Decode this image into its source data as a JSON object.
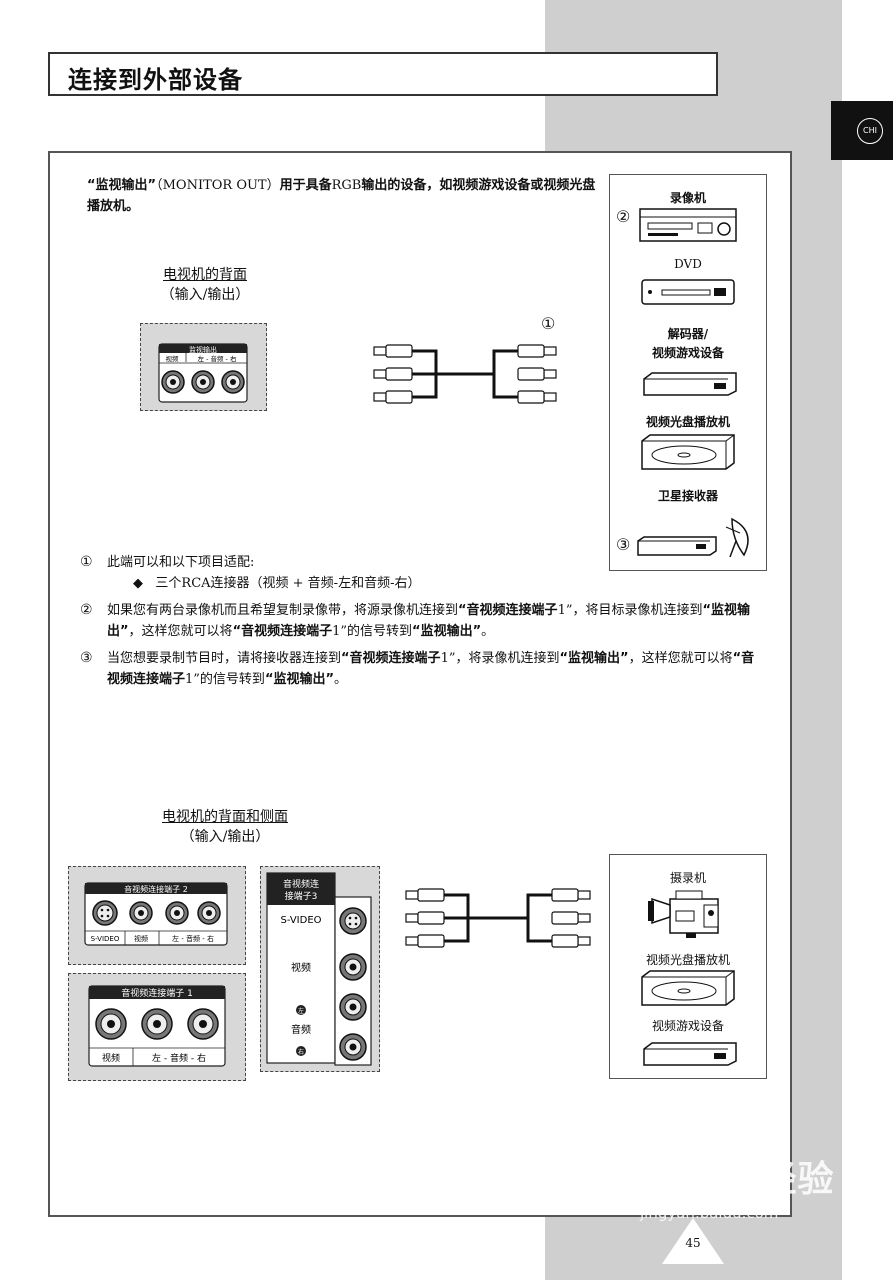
{
  "header": {
    "title": "连接到外部设备"
  },
  "lang_tab": "CHI",
  "intro": {
    "bold1": "“监视输出”",
    "plain1": "（MONITOR OUT）",
    "bold2": "用于具备",
    "plain2": "RGB",
    "bold3": "输出的设备，如视频游戏设备或视频光盘播放机。"
  },
  "top_section": {
    "caption_line1": "电视机的背面",
    "caption_line2": "（输入/输出）",
    "panel_title": "监视输出",
    "panel_labels": [
      "视频",
      "左 - 音频 - 右"
    ],
    "cable_marker": "①",
    "devices": [
      {
        "marker": "②",
        "label": "录像机"
      },
      {
        "marker": "",
        "label": "DVD"
      },
      {
        "marker": "",
        "label": "解码器/"
      },
      {
        "marker": "",
        "label": "视频游戏设备"
      },
      {
        "marker": "",
        "label": "视频光盘播放机"
      },
      {
        "marker": "③",
        "label": "卫星接收器"
      }
    ]
  },
  "notes": {
    "n1_marker": "①",
    "n1_text": "此端可以和以下项目适配:",
    "n1_sub_marker": "◆",
    "n1_sub_text": "三个RCA连接器（视频 + 音频-左和音频-右）",
    "n2_marker": "②",
    "n2_a": "如果您有两台录像机而且希望复制录像带，将源录像机连接到",
    "n2_b": "“音视频连接端子",
    "n2_c": "1”，将目标录像机连接到",
    "n2_d": "“监视输出”",
    "n2_e": "，这样您就可以将",
    "n2_f": "“音视频连接端子",
    "n2_g": "1”的信号转到",
    "n2_h": "“监视输出”",
    "n2_i": "。",
    "n3_marker": "③",
    "n3_a": "当您想要录制节目时，请将接收器连接到",
    "n3_b": "“音视频连接端子",
    "n3_c": "1”，将录像机连接到",
    "n3_d": "“监视输出”",
    "n3_e": "，这样您就可以将",
    "n3_f": "“音视频连接端子",
    "n3_g": "1”的信号转到",
    "n3_h": "“监视输出”",
    "n3_i": "。"
  },
  "bottom_section": {
    "caption_line1": "电视机的背面和侧面",
    "caption_line2": "（输入/输出）",
    "panel2_title": "音视频连接端子 2",
    "panel2_labels": [
      "S-VIDEO",
      "视频",
      "左 - 音频 - 右"
    ],
    "panel1_title": "音视频连接端子 1",
    "panel1_labels": [
      "视频",
      "左 - 音频 - 右"
    ],
    "panel3_title_line1": "音视频连",
    "panel3_title_line2": "接端子3",
    "panel3_labels": [
      "S-VIDEO",
      "视频",
      "左",
      "音频",
      "右"
    ],
    "devices": [
      "摄录机",
      "视频光盘播放机",
      "视频游戏设备"
    ]
  },
  "watermark": {
    "logo": "Baidu经验",
    "url": "jingyan.baidu.com"
  },
  "page_number": "45"
}
